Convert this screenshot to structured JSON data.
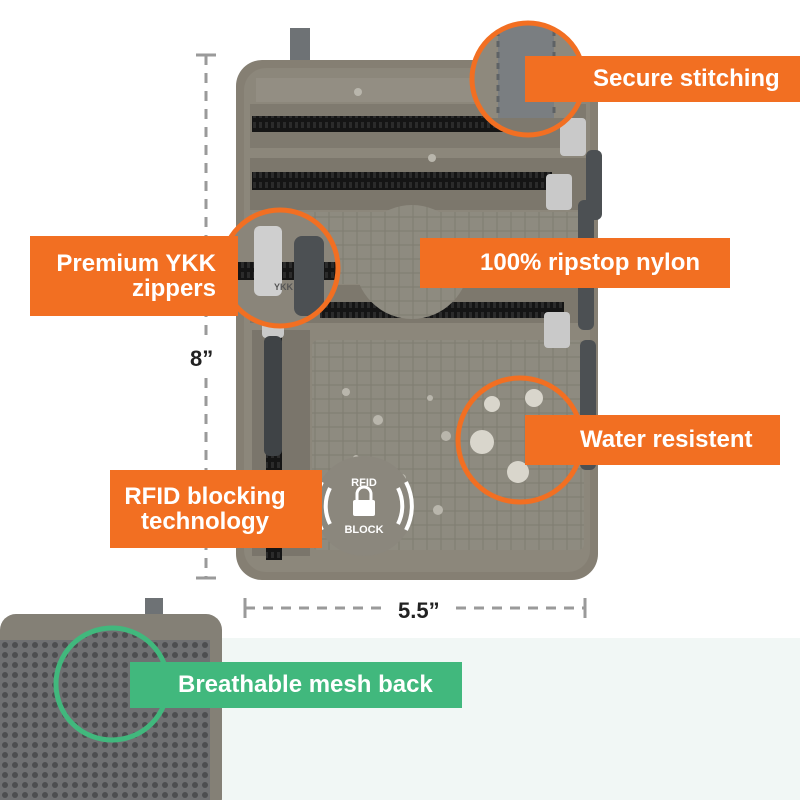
{
  "callouts": {
    "secure_stitching": "Secure stitching",
    "ripstop_nylon": "100% ripstop nylon",
    "ykk_zippers": "Premium YKK zippers",
    "water_resistent": "Water resistent",
    "rfid_blocking": "RFID blocking technology",
    "mesh_back": "Breathable mesh back"
  },
  "dimensions": {
    "height": "8”",
    "width": "5.5”"
  },
  "rfid_badge": {
    "top": "RFID",
    "bottom": "BLOCK"
  },
  "zipper_brand": "YKK",
  "colors": {
    "callout_orange": "#f26f22",
    "callout_green": "#41b87d",
    "pouch_body": "#8a877c",
    "zipper_black": "#1a1a1a",
    "dimension_line": "#9a9a9a"
  }
}
